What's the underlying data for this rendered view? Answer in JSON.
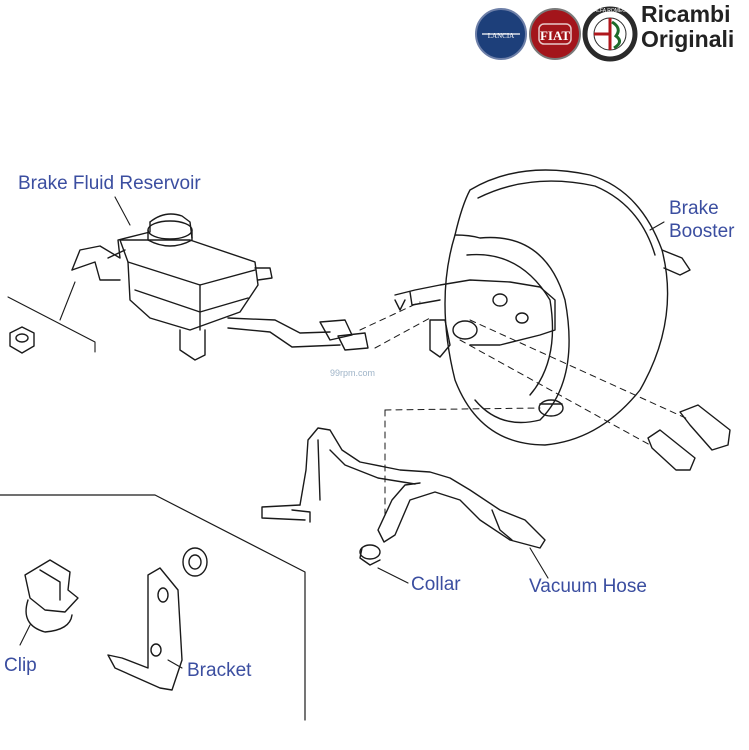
{
  "brand": {
    "logos": [
      "lancia-logo",
      "fiat-logo",
      "alfa-romeo-logo"
    ],
    "logo_text": {
      "lancia": "LANCIA",
      "fiat": "FIAT",
      "alfa": "ALFA ROMEO"
    },
    "title_line1": "Ricambi",
    "title_line2": "Originali"
  },
  "labels": {
    "brake_fluid_reservoir": "Brake Fluid Reservoir",
    "brake_booster_line1": "Brake",
    "brake_booster_line2": "Booster",
    "collar": "Collar",
    "vacuum_hose": "Vacuum Hose",
    "clip": "Clip",
    "bracket": "Bracket"
  },
  "watermark": "99rpm.com",
  "colors": {
    "label": "#3b4ea0",
    "line": "#1a1a1a",
    "lancia": "#1d3f7a",
    "fiat": "#a3151b",
    "alfa_ring": "#2a2a2a"
  }
}
